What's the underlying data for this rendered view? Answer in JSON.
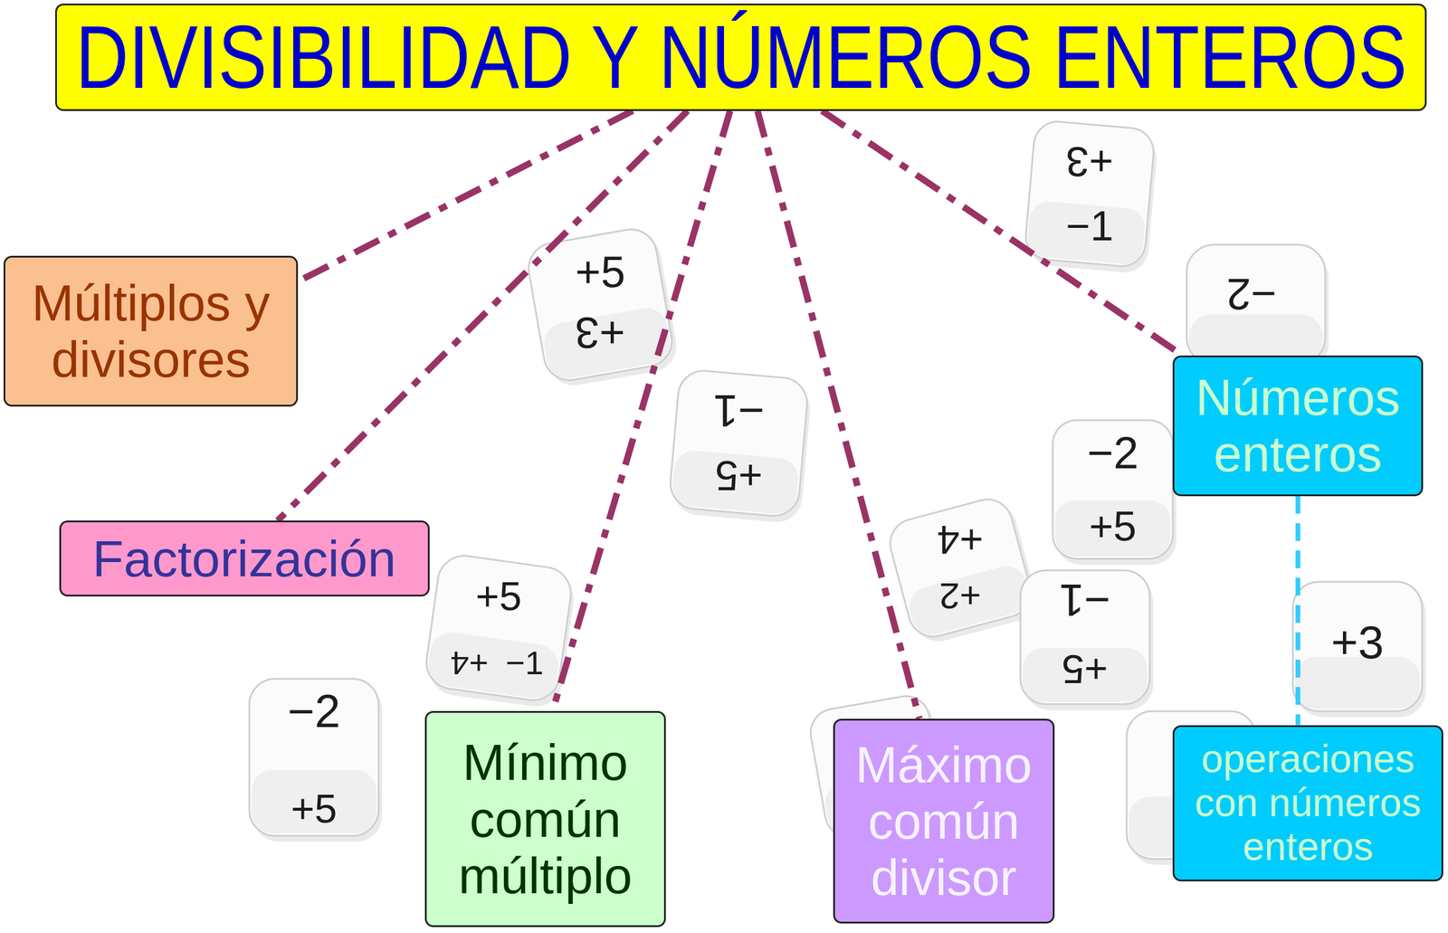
{
  "diagram": {
    "nodes": [
      {
        "text": [
          "DIVISIBILIDAD Y NÚMEROS ENTEROS"
        ]
      },
      {
        "text": [
          "Múltiplos y divisores"
        ]
      },
      {
        "text": [
          "Números enteros"
        ]
      },
      {
        "text": [
          "Factorización"
        ]
      },
      {
        "text": [
          "Mínimo común múltiplo"
        ]
      },
      {
        "text": [
          "Máximo común divisor"
        ]
      },
      {
        "text": [
          "operaciones con números enteros"
        ]
      }
    ],
    "edges": [
      {
        "from": 0,
        "to": 1,
        "arrow": "none"
      },
      {
        "from": 0,
        "to": 3,
        "arrow": "none"
      },
      {
        "from": 0,
        "to": 4,
        "arrow": "none"
      },
      {
        "from": 0,
        "to": 5,
        "arrow": "none"
      },
      {
        "from": 0,
        "to": 2,
        "arrow": "none"
      },
      {
        "from": 2,
        "to": 6,
        "arrow": "none"
      }
    ],
    "labels": [
      "+3",
      "−1",
      "+5",
      "+3",
      "−2",
      "−1",
      "+5",
      "−2",
      "+5",
      "+4",
      "+2",
      "+5",
      "−1",
      "+3",
      "+4",
      "−1",
      "+5",
      "−2",
      "+5"
    ]
  }
}
